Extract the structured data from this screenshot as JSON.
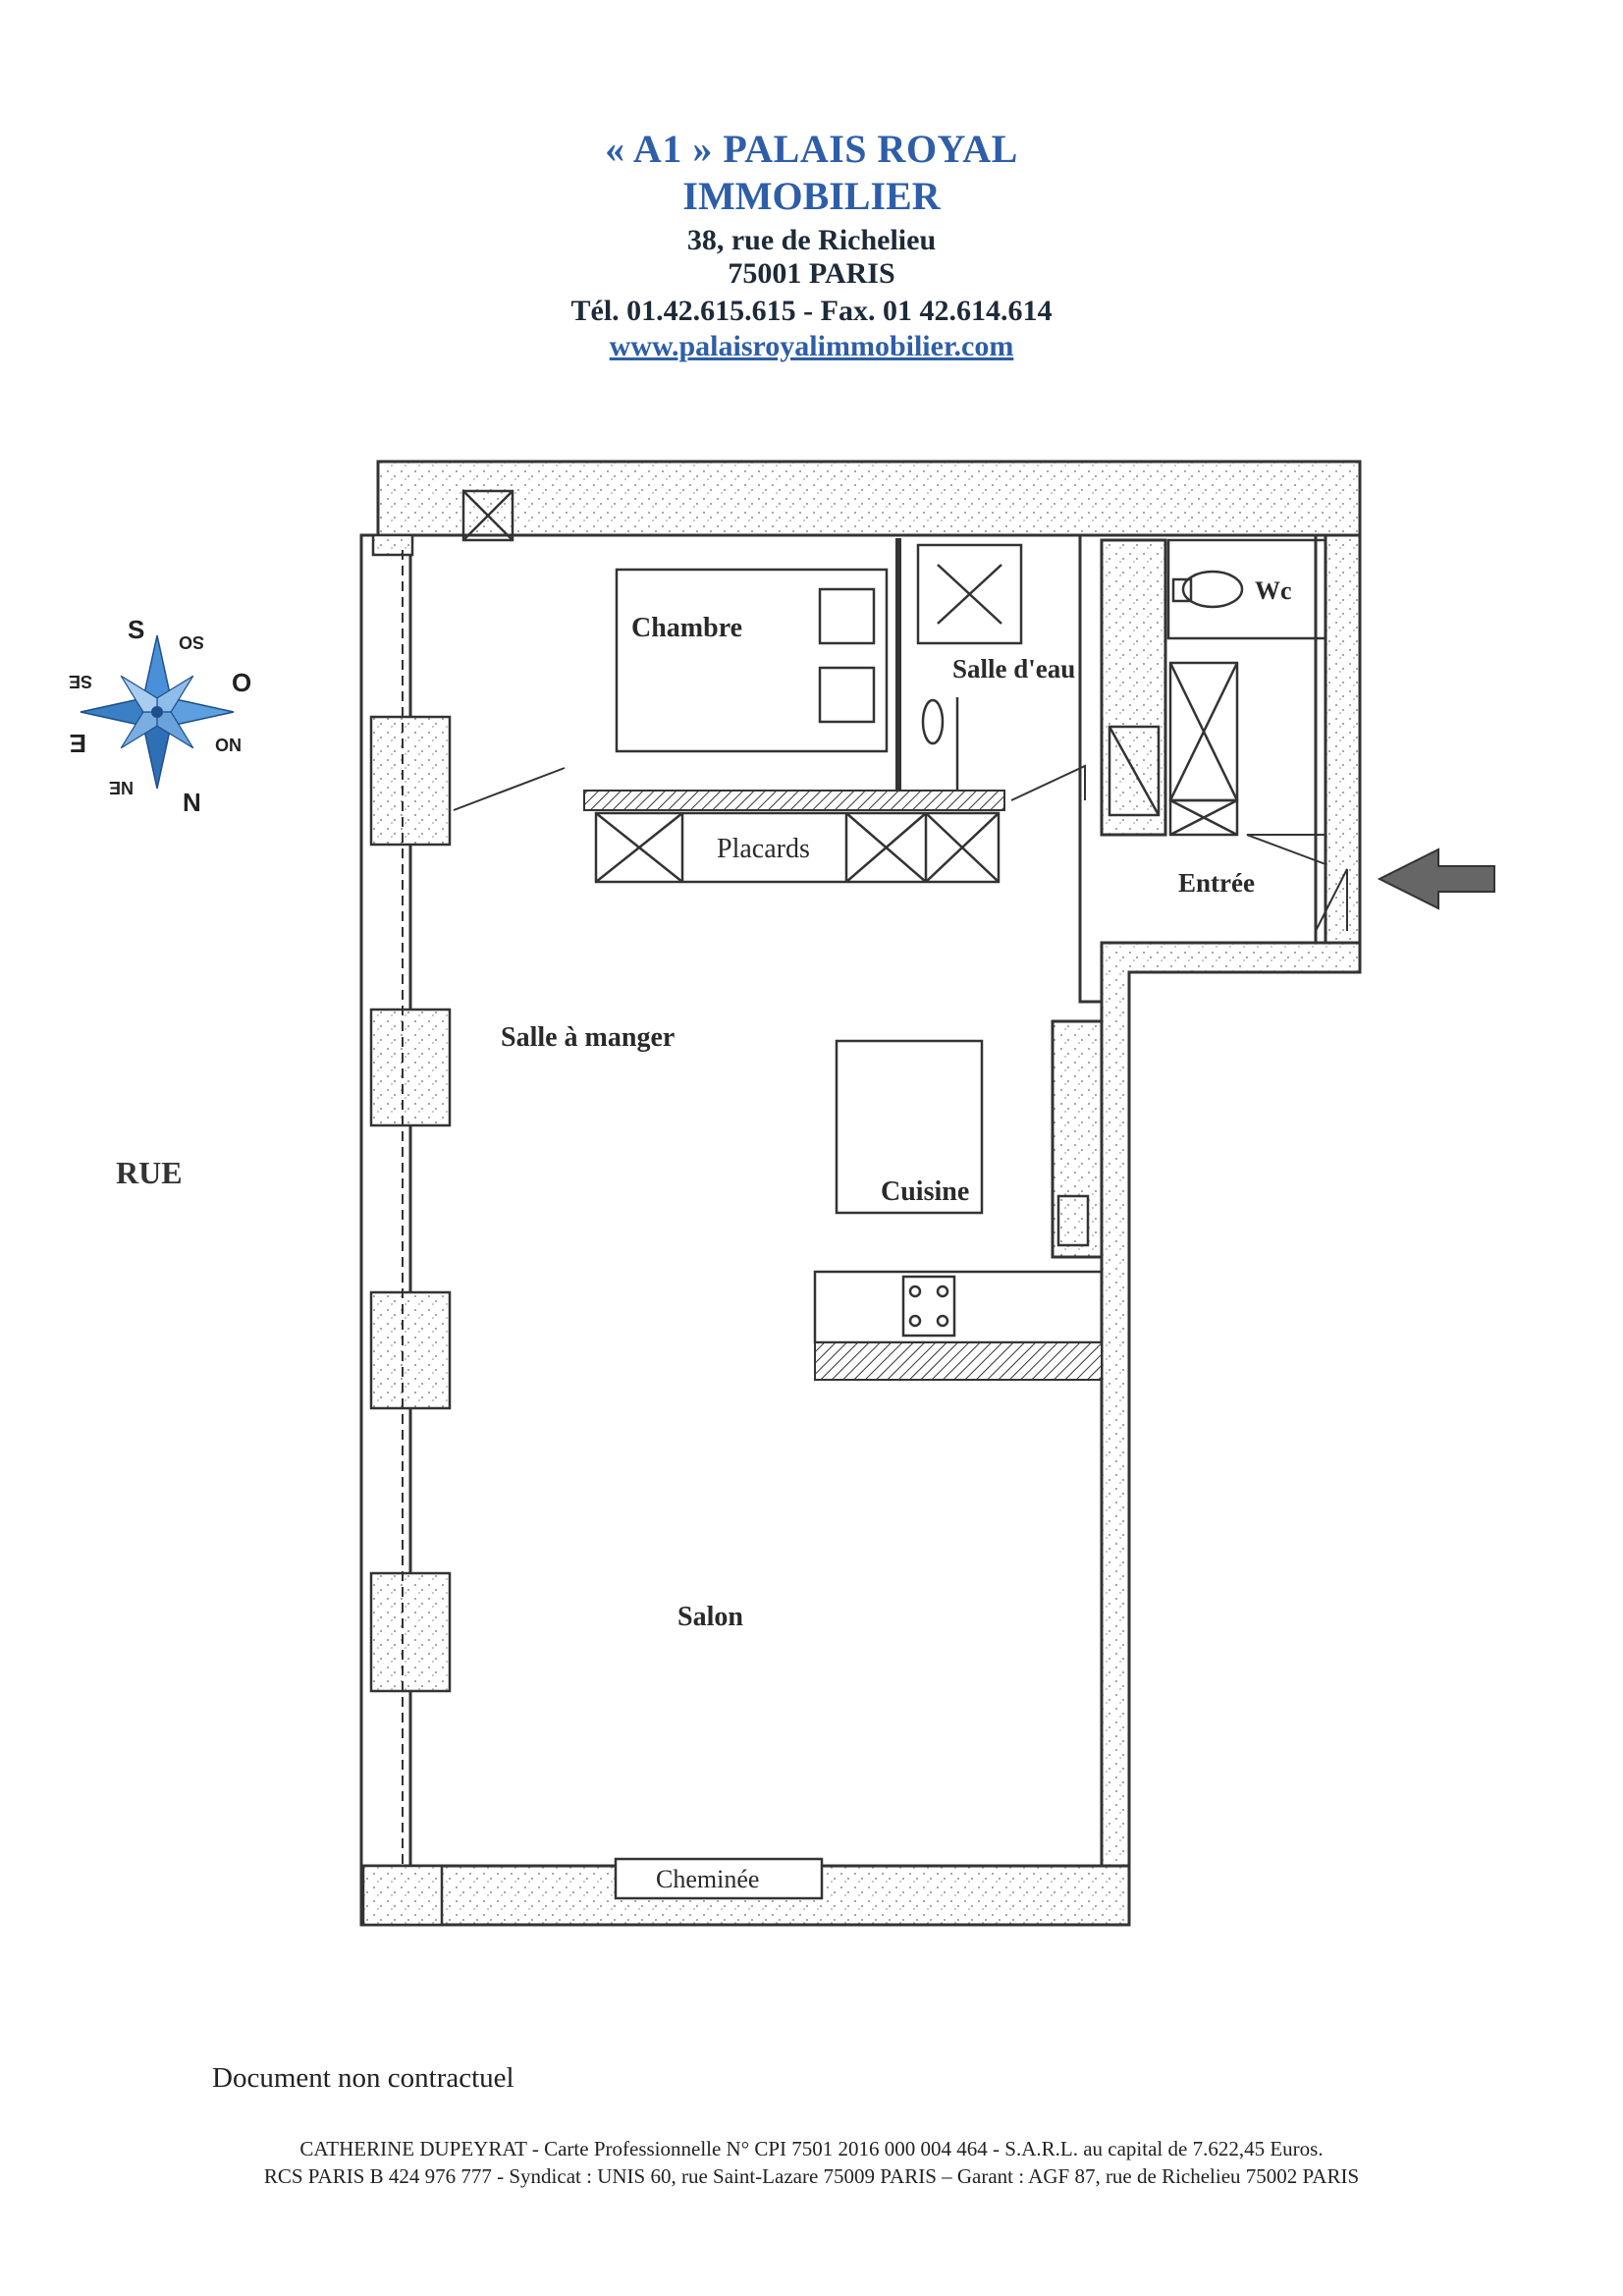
{
  "agency": {
    "name_line1": "« A1 » PALAIS ROYAL",
    "name_line2": "IMMOBILIER",
    "street": "38, rue de Richelieu",
    "city": "75001  PARIS",
    "contact": "Tél. 01.42.615.615 - Fax. 01 42.614.614",
    "website": "www.palaisroyalimmobilier.com"
  },
  "colors": {
    "brand_blue": "#2e5ea8",
    "compass_blue": "#3b7fc4",
    "wall_ink": "#333333"
  },
  "compass": {
    "labels": {
      "north": "N",
      "south": "S",
      "east": "E",
      "west": "O",
      "southwest": "SO",
      "southeast": "SE",
      "northwest": "NO",
      "northeast": "NE"
    },
    "icon": "compass-rose-icon"
  },
  "street_label": "RUE",
  "rooms": {
    "chambre": "Chambre",
    "salle_deau": "Salle d'eau",
    "wc": "Wc",
    "placards": "Placards",
    "entree": "Entrée",
    "salle_a_manger": "Salle à manger",
    "cuisine": "Cuisine",
    "salon": "Salon",
    "cheminee": "Cheminée"
  },
  "entrance_arrow_icon": "arrow-left-icon",
  "disclaimer": "Document non contractuel",
  "footer": {
    "line1": "CATHERINE DUPEYRAT - Carte Professionnelle N° CPI 7501 2016 000 004 464 - S.A.R.L. au capital de 7.622,45 Euros.",
    "line2": "RCS PARIS B 424 976 777 - Syndicat : UNIS  60, rue Saint-Lazare 75009  PARIS – Garant : AGF 87, rue de Richelieu 75002 PARIS"
  }
}
